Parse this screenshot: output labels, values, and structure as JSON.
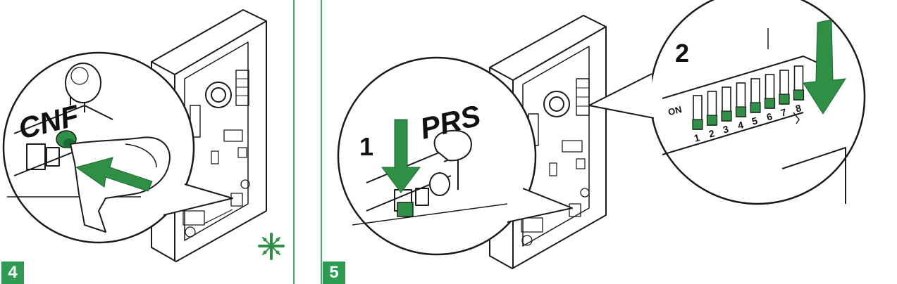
{
  "colors": {
    "green": "#2e8f45",
    "green_dark": "#1c6b34",
    "divider": "#4aa56b",
    "badge": "#2e9b53",
    "ink": "#1a1a1a"
  },
  "panels": [
    {
      "step": "4",
      "button_label": "CNF",
      "icon": "asterisk-snowflake-icon"
    },
    {
      "step": "5",
      "button_label": "PRS",
      "callout_1": "1",
      "callout_2": "2",
      "dip_on_label": "ON",
      "dip_numbers": [
        "1",
        "2",
        "3",
        "4",
        "5",
        "6",
        "7",
        "8"
      ]
    }
  ]
}
